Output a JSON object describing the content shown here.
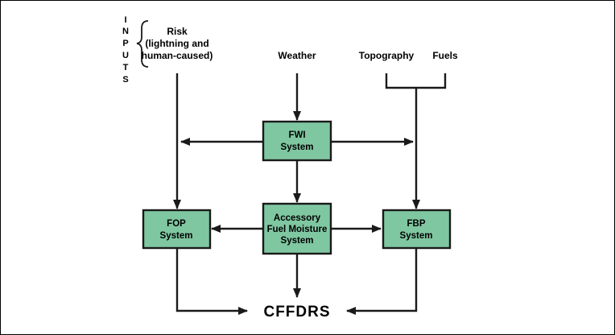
{
  "colors": {
    "box_fill": "#7fc7a1",
    "line": "#1a1a1a"
  },
  "inputs_side_label": [
    "I",
    "N",
    "P",
    "U",
    "T",
    "S"
  ],
  "inputs": {
    "risk": [
      "Risk",
      "(lightning and",
      "human-caused)"
    ],
    "weather": "Weather",
    "topography": "Topography",
    "fuels": "Fuels"
  },
  "boxes": {
    "fwi": [
      "FWI",
      "System"
    ],
    "fop": [
      "FOP",
      "System"
    ],
    "accessory": [
      "Accessory",
      "Fuel Moisture",
      "System"
    ],
    "fbp": [
      "FBP",
      "System"
    ]
  },
  "output": "CFFDRS"
}
